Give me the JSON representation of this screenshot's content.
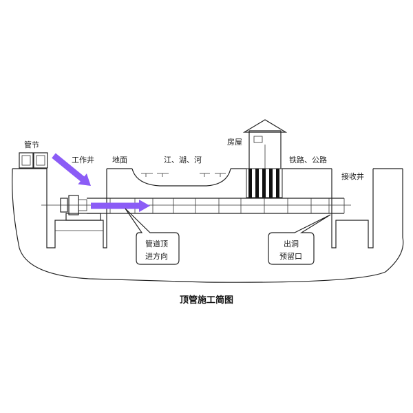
{
  "labels": {
    "pipe_section": "管节",
    "working_well": "工作井",
    "ground": "地面",
    "river_lake": "江、湖、河",
    "house": "房屋",
    "railway_road": "铁路、公路",
    "receiving_well": "接收井",
    "jacking_direction_1": "管道顶",
    "jacking_direction_2": "进方向",
    "exit_hole_1": "出洞",
    "exit_hole_2": "预留口"
  },
  "title": "顶管施工简图",
  "colors": {
    "arrow": "#8B5CF6",
    "line": "#222222",
    "background": "#ffffff"
  }
}
